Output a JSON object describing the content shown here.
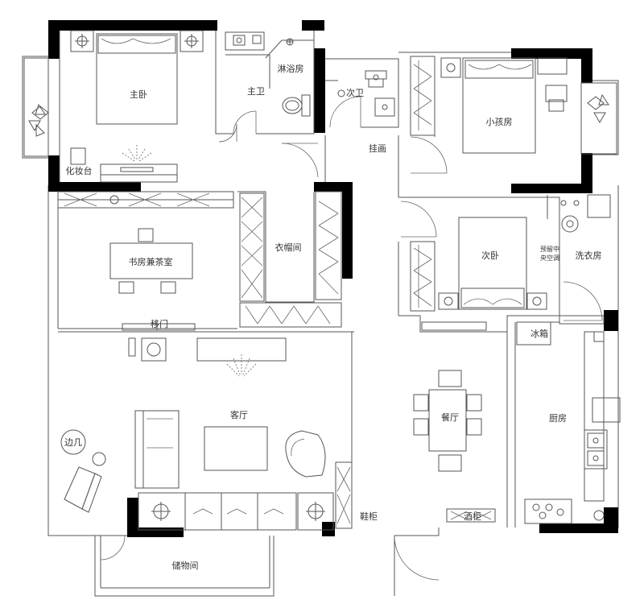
{
  "rooms": {
    "master_bedroom": "主卧",
    "master_bath": "主卫",
    "shower_room": "淋浴房",
    "second_bath": "次卫",
    "kids_room": "小孩房",
    "vanity": "化妆台",
    "hanging_painting": "挂画",
    "study_tea_room": "书房兼茶室",
    "walk_in_closet": "衣帽间",
    "second_bedroom": "次卧",
    "laundry_room": "洗衣房",
    "central_ac": "预留中央空调",
    "sliding_door": "移门",
    "fridge": "冰箱",
    "living_room": "客厅",
    "dining_room": "餐厅",
    "kitchen": "厨房",
    "side_table": "边几",
    "shoe_cabinet": "鞋柜",
    "wine_cabinet": "酒柜",
    "storage_room": "储物间"
  }
}
